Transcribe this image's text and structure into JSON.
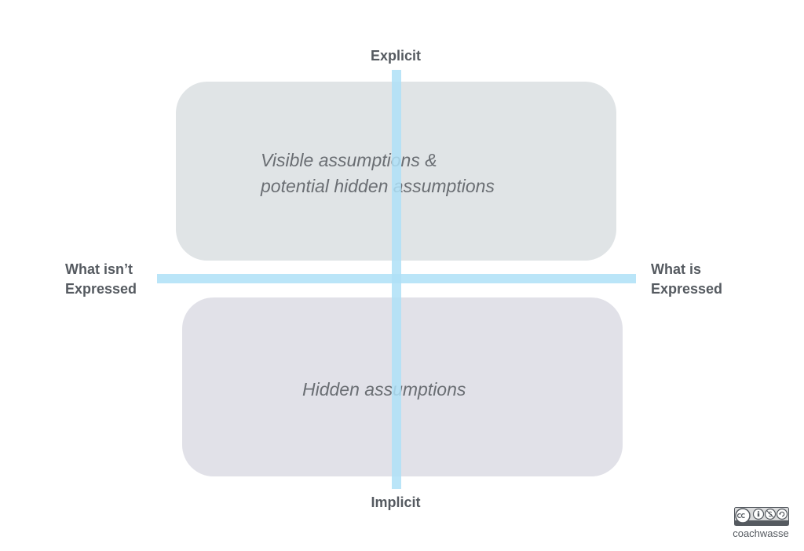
{
  "axes": {
    "top": "Explicit",
    "bottom": "Implicit",
    "left": [
      "What isn’t",
      "Expressed"
    ],
    "right": [
      "What is",
      "Expressed"
    ]
  },
  "quadrants": {
    "top": [
      "Visible assumptions &",
      "potential hidden assumptions"
    ],
    "bottom": "Hidden assumptions"
  },
  "footer": {
    "license_badge": "cc-by-nc-sa-icon",
    "brand": "coachwasse"
  },
  "colors": {
    "top_box": "#e0e4e6",
    "bottom_box": "#e1e1e8",
    "axis": "#aee0f7",
    "label_text": "#555a60",
    "quadrant_text": "#6a6e73"
  }
}
